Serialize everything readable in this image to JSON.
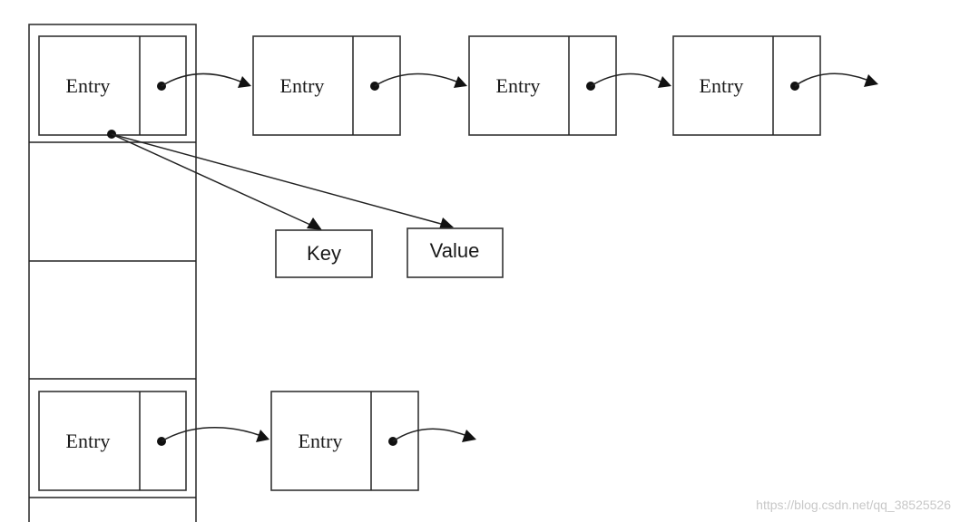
{
  "nodes": {
    "entry_label": "Entry",
    "key_label": "Key",
    "value_label": "Value"
  },
  "watermark": "https://blog.csdn.net/qq_38525526"
}
